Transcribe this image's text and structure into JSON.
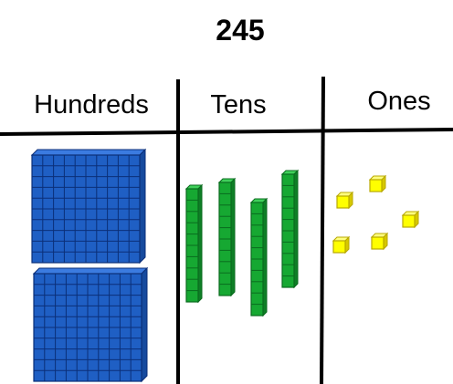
{
  "number": "245",
  "columns": [
    {
      "label": "Hundreds"
    },
    {
      "label": "Tens"
    },
    {
      "label": "Ones"
    }
  ],
  "blocks": {
    "hundreds_count": 2,
    "tens_count": 4,
    "ones_count": 5
  },
  "colors": {
    "hundreds": "#1f5fc4",
    "tens": "#16a832",
    "ones": "#ffff00"
  }
}
